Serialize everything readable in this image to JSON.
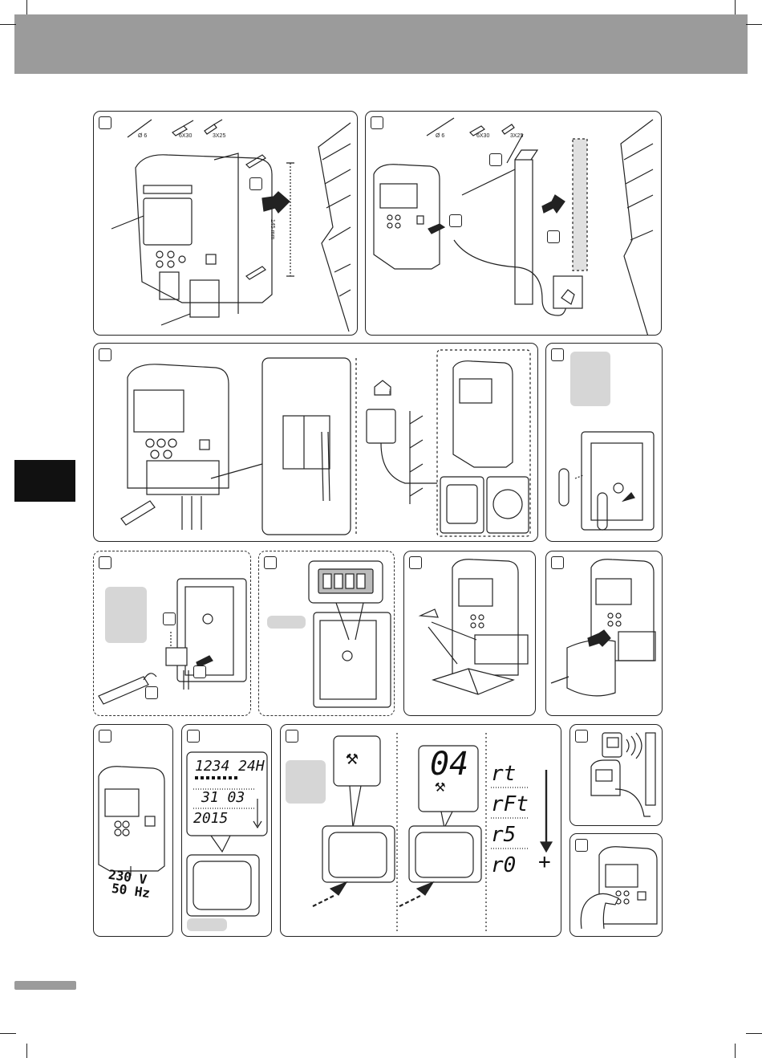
{
  "colors": {
    "header": "#9b9b9b",
    "tab": "#111111",
    "outline": "#222222",
    "note": "#d6d6d6"
  },
  "fasteners": {
    "plug": "Ø 6",
    "screw_large": "6X30",
    "screw_small": "3X25"
  },
  "dimension": "145 mm",
  "power": {
    "voltage": "230 V",
    "frequency": "50 Hz"
  },
  "date_display": {
    "line1": "1234 24H",
    "line2": "31 03",
    "line3": "2015"
  },
  "display_number": "04",
  "menu_codes": [
    "rt",
    "rFt",
    "r5",
    "r0"
  ],
  "plus_sign": "+",
  "icons": [
    "screwdriver-icon",
    "wrench-screwdriver-icon",
    "house-icon",
    "signal-waves-icon",
    "arrow-down-icon",
    "battery-icon"
  ]
}
